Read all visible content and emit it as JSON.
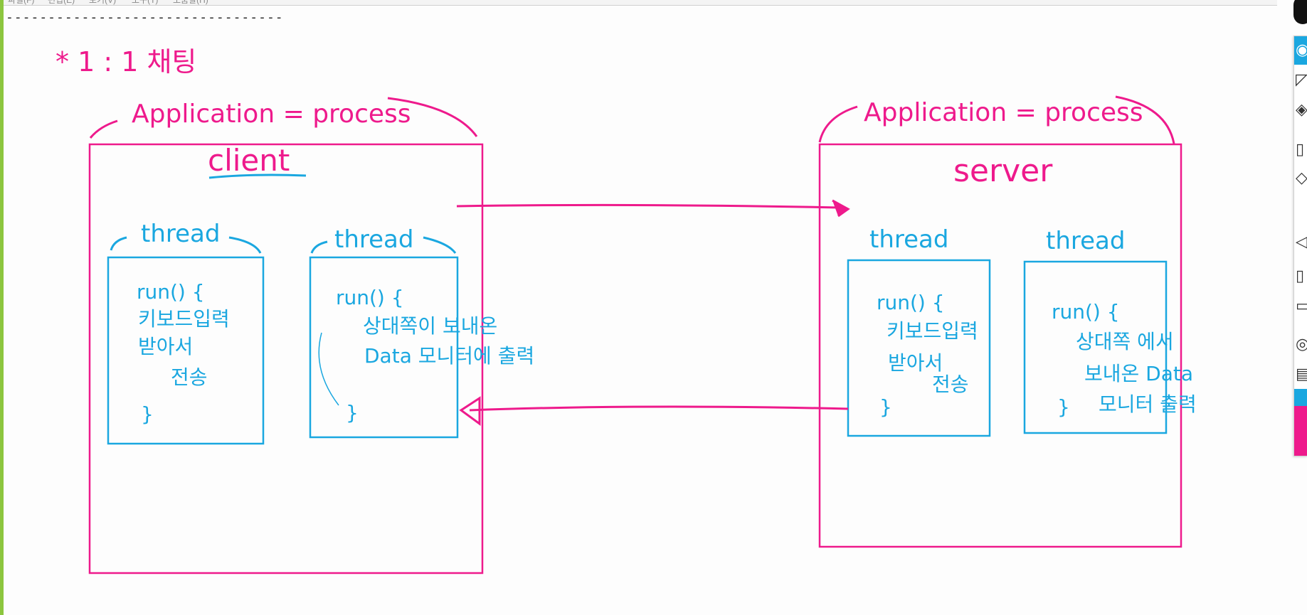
{
  "header": {
    "menu_fragments": [
      "파일(F)",
      "편집(E)",
      "보기(V)",
      "도구(T)",
      "도움말(H)"
    ],
    "separator": "---------------------------------"
  },
  "colors": {
    "pen_pink": "#ee1a8c",
    "pen_blue": "#1aa7e0",
    "accent_green": "#8cc63f",
    "swatch_blue": "#1aa7e0",
    "swatch_pink": "#ee1a8c"
  },
  "diagram": {
    "heading": "* 1 : 1 채팅",
    "left_app": {
      "brace_label": "Application = process",
      "title": "client",
      "threads": [
        {
          "label": "thread",
          "lines": [
            "run() {",
            "키보드입력",
            "받아서",
            "전송",
            "}"
          ]
        },
        {
          "label": "thread",
          "lines": [
            "run() {",
            "상대쪽이 보내온",
            "Data 모니터에 출력",
            "}"
          ]
        }
      ]
    },
    "right_app": {
      "brace_label": "Application = process",
      "title": "server",
      "threads": [
        {
          "label": "thread",
          "lines": [
            "run() {",
            "키보드입력",
            "받아서",
            "전송",
            "}"
          ]
        },
        {
          "label": "thread",
          "lines": [
            "run() {",
            "상대쪽 에서",
            "보내온 Data",
            "모니터 출력",
            "}"
          ]
        }
      ]
    }
  },
  "toolbar": {
    "tools": [
      "eye-icon",
      "pen-icon",
      "highlighter-icon",
      "page-icon",
      "eraser-icon",
      "back-icon",
      "trash-icon",
      "presentation-icon",
      "camera-icon",
      "notes-icon"
    ],
    "active_tool": "eye-icon"
  }
}
